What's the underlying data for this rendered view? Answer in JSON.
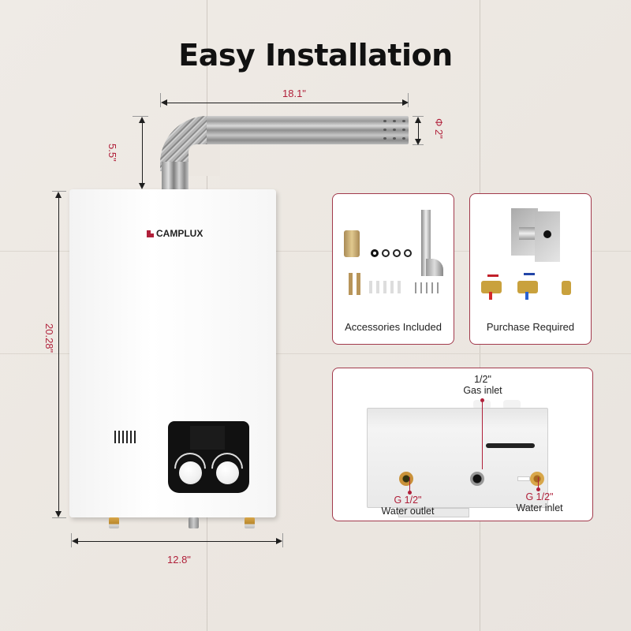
{
  "title": "Easy Installation",
  "brand": "CAMPLUX",
  "dimensions": {
    "flue_length": "18.1\"",
    "flue_height": "5.5\"",
    "flue_diameter": "Φ 2\"",
    "unit_height": "20.28\"",
    "unit_width": "12.8\""
  },
  "cards": {
    "accessories": {
      "label": "Accessories Included"
    },
    "purchase": {
      "label": "Purchase Required"
    }
  },
  "connections": {
    "gas": {
      "size": "1/2\"",
      "name": "Gas inlet"
    },
    "outlet": {
      "size": "G 1/2\"",
      "name": "Water outlet"
    },
    "inlet": {
      "size": "G 1/2\"",
      "name": "Water inlet"
    }
  },
  "colors": {
    "accent": "#b0203a",
    "card_border": "#a23a4c",
    "background": "#ece7e1",
    "title": "#111111"
  }
}
